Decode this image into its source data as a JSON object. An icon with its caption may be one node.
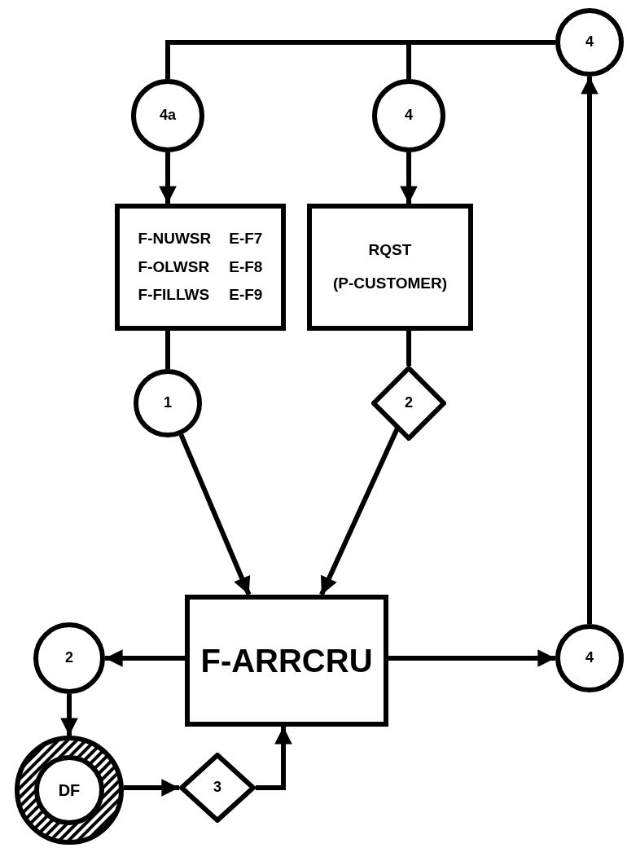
{
  "diagram": {
    "nodes": [
      {
        "text": [
          "4"
        ]
      },
      {
        "text": [
          "4a"
        ]
      },
      {
        "text": [
          "4"
        ]
      },
      {
        "text": [
          "F-NUWSR",
          "E-F7",
          "F-OLWSR",
          "E-F8",
          "F-FILLWS",
          "E-F9"
        ]
      },
      {
        "text": [
          "RQST",
          "(P-CUSTOMER)"
        ]
      },
      {
        "text": [
          "1"
        ]
      },
      {
        "text": [
          "2"
        ]
      },
      {
        "text": [
          "F-ARRCRU"
        ]
      },
      {
        "text": [
          "2"
        ]
      },
      {
        "text": [
          "DF"
        ]
      },
      {
        "text": [
          "3"
        ]
      },
      {
        "text": [
          "4"
        ]
      }
    ],
    "edges": [
      {
        "from": 0,
        "to": 1,
        "arrow": "none"
      },
      {
        "from": 0,
        "to": 2,
        "arrow": "none"
      },
      {
        "from": 1,
        "to": 3,
        "arrow": "to"
      },
      {
        "from": 2,
        "to": 4,
        "arrow": "to"
      },
      {
        "from": 3,
        "to": 5,
        "arrow": "none"
      },
      {
        "from": 4,
        "to": 6,
        "arrow": "none"
      },
      {
        "from": 5,
        "to": 7,
        "arrow": "to"
      },
      {
        "from": 6,
        "to": 7,
        "arrow": "to"
      },
      {
        "from": 7,
        "to": 8,
        "arrow": "to"
      },
      {
        "from": 8,
        "to": 9,
        "arrow": "to"
      },
      {
        "from": 9,
        "to": 10,
        "arrow": "to"
      },
      {
        "from": 10,
        "to": 7,
        "arrow": "to"
      },
      {
        "from": 7,
        "to": 11,
        "arrow": "to"
      },
      {
        "from": 11,
        "to": 0,
        "arrow": "to"
      }
    ]
  }
}
